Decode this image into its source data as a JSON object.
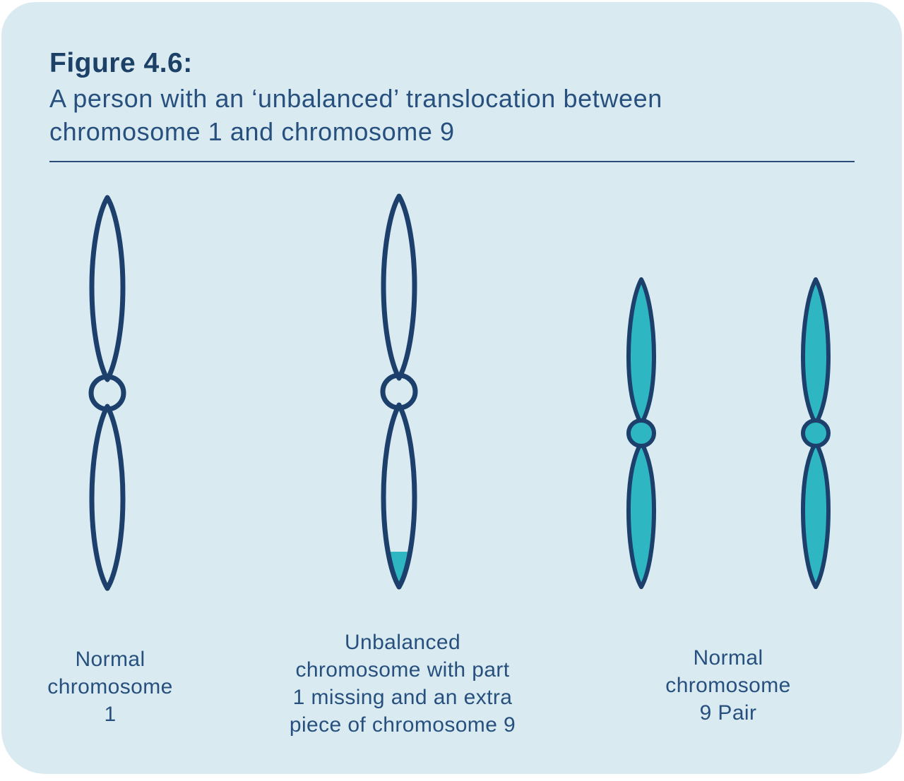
{
  "colors": {
    "panel_bg": "#d9ebf1",
    "navy_stroke": "#1c406b",
    "teal": "#2fb6c3",
    "title_text": "#1c4066",
    "body_text": "#27507e",
    "separator_line": "#2b4a7a"
  },
  "header": {
    "figure_label": "Figure 4.6:",
    "description": "A person with an ‘unbalanced’ translocation between\nchromosome 1 and chromosome 9"
  },
  "diagram": {
    "items": [
      {
        "id": "normal-chromosome-1",
        "label": "Normal\nchromosome\n1",
        "style": "outline"
      },
      {
        "id": "unbalanced-chromosome",
        "label": "Unbalanced\nchromosome with part\n1 missing and an extra\npiece of chromosome 9",
        "style": "outline-with-teal-tip"
      },
      {
        "id": "normal-chromosome-9-pair",
        "label": "Normal\nchromosome\n9 Pair",
        "style": "teal-pair"
      }
    ]
  }
}
